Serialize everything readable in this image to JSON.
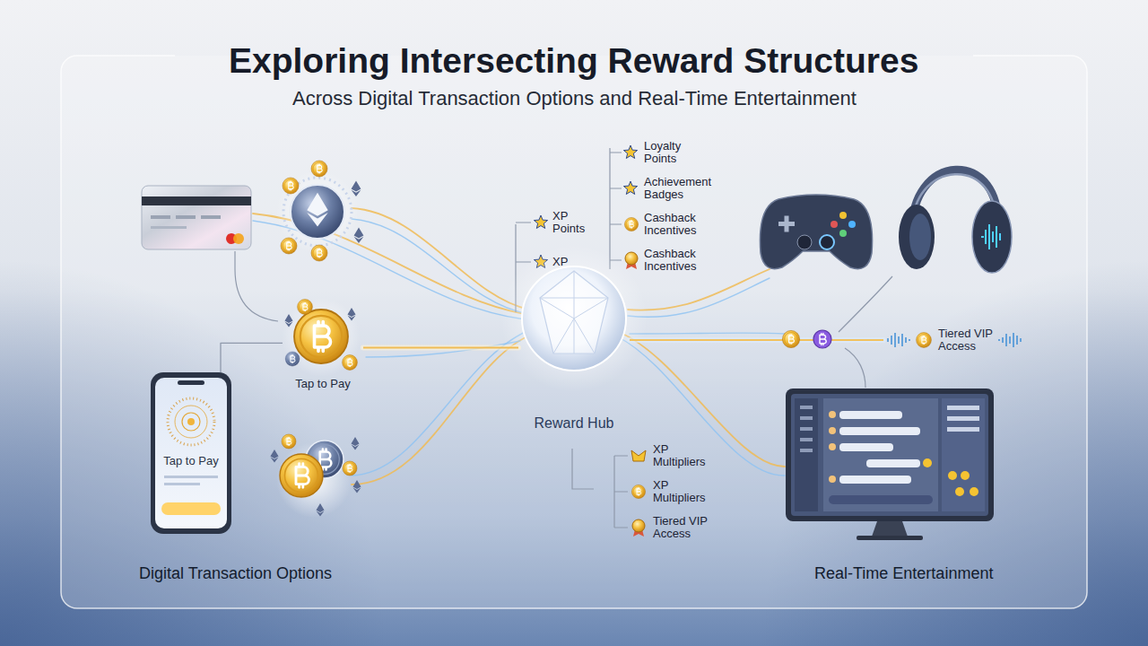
{
  "diagram": {
    "title": "Exploring Intersecting Reward Structures",
    "nodes": [
      {
        "text": [
          "Tap to Pay"
        ]
      },
      {
        "text": [
          "Tap to Pay"
        ]
      },
      {
        "text": [
          "Reward Hub"
        ]
      },
      {
        "text": [
          "Tiered VIP Access"
        ]
      }
    ],
    "edges": [
      {
        "from": 1,
        "to": 0,
        "arrow": "none"
      },
      {
        "from": 0,
        "to": 2,
        "arrow": "none"
      },
      {
        "from": 2,
        "to": 3,
        "arrow": "none"
      }
    ],
    "labels": [
      "Across Digital Transaction Options and Real-Time Entertainment",
      "XP Points",
      "XP",
      "Loyalty Points",
      "Achievement Badges",
      "Cashback Incentives",
      "Cashback Incentives",
      "XP Multipliers",
      "XP Multipliers",
      "Tiered VIP Access",
      "Digital Transaction Options",
      "Real-Time Entertainment"
    ]
  }
}
